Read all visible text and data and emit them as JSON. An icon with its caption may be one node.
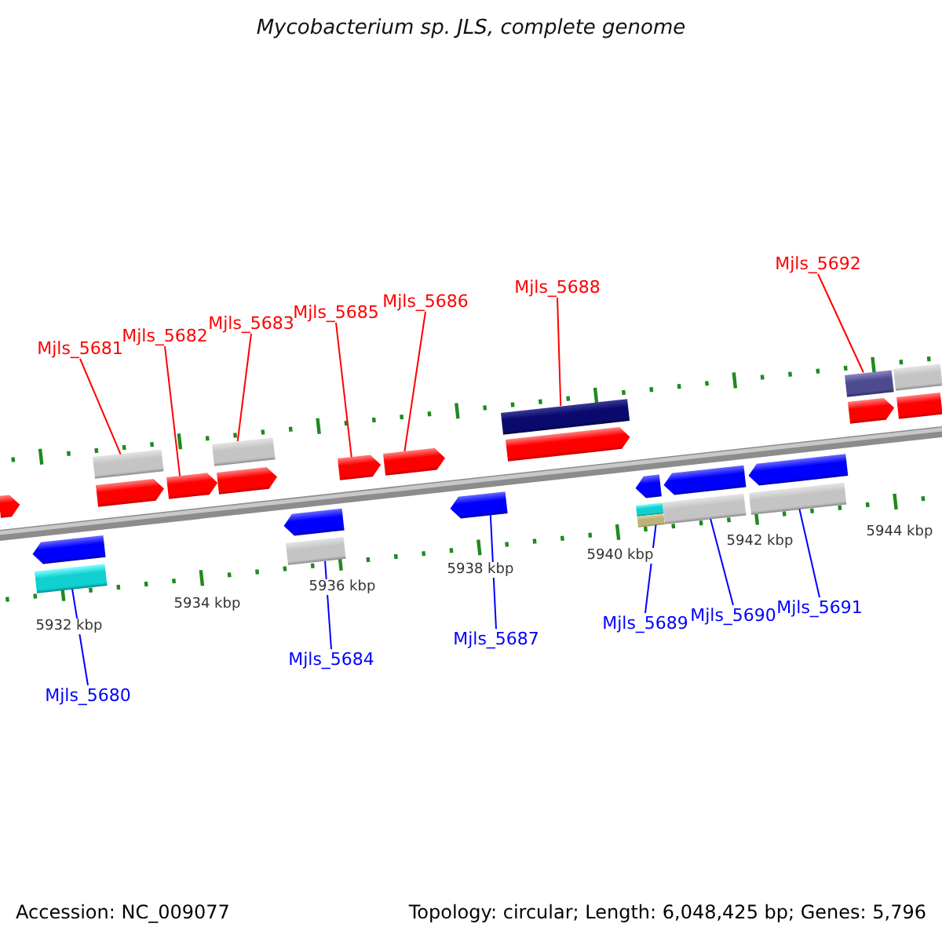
{
  "diagram": {
    "title": "Mycobacterium sp. JLS, complete genome",
    "nodes": [
      {
        "text": [
          "Mjls_5681"
        ]
      },
      {
        "text": [
          "Mjls_5682"
        ]
      },
      {
        "text": [
          "Mjls_5683"
        ]
      },
      {
        "text": [
          "Mjls_5685"
        ]
      },
      {
        "text": [
          "Mjls_5686"
        ]
      },
      {
        "text": [
          "Mjls_5688"
        ]
      },
      {
        "text": [
          "Mjls_5692"
        ]
      },
      {
        "text": [
          "Mjls_5680"
        ]
      },
      {
        "text": [
          "Mjls_5684"
        ]
      },
      {
        "text": [
          "Mjls_5687"
        ]
      },
      {
        "text": [
          "Mjls_5689"
        ]
      },
      {
        "text": [
          "Mjls_5690"
        ]
      },
      {
        "text": [
          "Mjls_5691"
        ]
      },
      {
        "text": [],
        "shape": "arrow"
      },
      {
        "text": [],
        "shape": "arrow"
      },
      {
        "text": [],
        "shape": "bar"
      },
      {
        "text": [],
        "shape": "bar"
      },
      {
        "text": [],
        "shape": "arrow"
      },
      {
        "text": [],
        "shape": "arrow"
      },
      {
        "text": [],
        "shape": "bar"
      },
      {
        "text": [],
        "shape": "arrow"
      },
      {
        "text": [],
        "shape": "arrow"
      },
      {
        "text": [],
        "shape": "bar"
      },
      {
        "text": [],
        "shape": "arrow"
      },
      {
        "text": [],
        "shape": "arrow"
      },
      {
        "text": [],
        "shape": "arrow"
      },
      {
        "text": [],
        "shape": "bar"
      },
      {
        "text": [],
        "shape": "arrow"
      },
      {
        "text": [],
        "shape": "arrow"
      },
      {
        "text": [],
        "shape": "bar"
      },
      {
        "text": [],
        "shape": "arrow"
      },
      {
        "text": [],
        "shape": "bar"
      },
      {
        "text": [],
        "shape": "arrow"
      },
      {
        "text": [],
        "shape": "bar"
      },
      {
        "text": [],
        "shape": "bar"
      },
      {
        "text": [],
        "shape": "arrow"
      },
      {
        "text": [],
        "shape": "bar"
      },
      {
        "text": [],
        "shape": "bar"
      }
    ],
    "edges": [
      {
        "from": 0,
        "to": 16,
        "arrow": "none"
      },
      {
        "from": 1,
        "to": 18,
        "arrow": "none"
      },
      {
        "from": 2,
        "to": 19,
        "arrow": "none"
      },
      {
        "from": 3,
        "to": 23,
        "arrow": "none"
      },
      {
        "from": 4,
        "to": 24,
        "arrow": "none"
      },
      {
        "from": 5,
        "to": 26,
        "arrow": "none"
      },
      {
        "from": 6,
        "to": 34,
        "arrow": "none"
      },
      {
        "from": 7,
        "to": 15,
        "arrow": "none",
        "color": "#0000ff"
      },
      {
        "from": 8,
        "to": 22,
        "arrow": "none",
        "color": "#0000ff"
      },
      {
        "from": 9,
        "to": 25,
        "arrow": "none",
        "color": "#0000ff"
      },
      {
        "from": 10,
        "to": 29,
        "arrow": "none",
        "color": "#0000ff"
      },
      {
        "from": 11,
        "to": 31,
        "arrow": "none",
        "color": "#0000ff"
      },
      {
        "from": 12,
        "to": 33,
        "arrow": "none",
        "color": "#0000ff"
      }
    ],
    "labels": [
      "5932 kbp",
      "5934 kbp",
      "5936 kbp",
      "5938 kbp",
      "5940 kbp",
      "5942 kbp",
      "5944 kbp",
      "Accession: NC_009077",
      "Topology: circular; Length: 6,048,425 bp; Genes: 5,796"
    ]
  }
}
